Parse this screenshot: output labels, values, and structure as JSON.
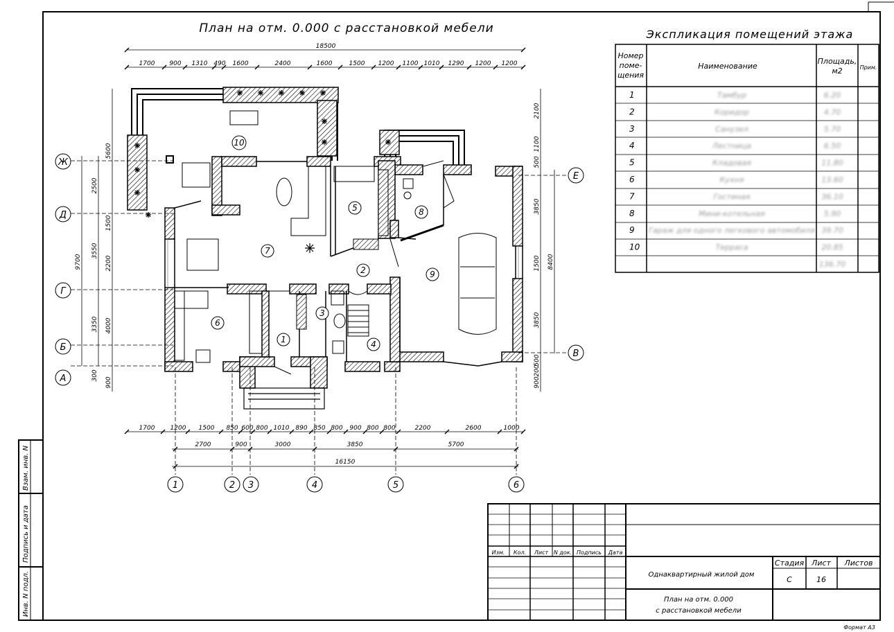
{
  "title": "План на отм. 0.000 с расстановкой мебели",
  "explication": {
    "title": "Экспликация помещений этажа",
    "headers": {
      "num": "Номер поме- щения",
      "num_lines": [
        "Номер",
        "поме-",
        "щения"
      ],
      "name": "Наименование",
      "area_lines": [
        "Площадь,",
        "м2"
      ],
      "note": "Прим."
    },
    "rows": [
      {
        "num": "1",
        "name": "Тамбур",
        "area": "6.20"
      },
      {
        "num": "2",
        "name": "Коридор",
        "area": "4.70"
      },
      {
        "num": "3",
        "name": "Санузел",
        "area": "5.70"
      },
      {
        "num": "4",
        "name": "Лестница",
        "area": "6.50"
      },
      {
        "num": "5",
        "name": "Кладовая",
        "area": "11.80"
      },
      {
        "num": "6",
        "name": "Кухня",
        "area": "13.60"
      },
      {
        "num": "7",
        "name": "Гостиная",
        "area": "36.10"
      },
      {
        "num": "8",
        "name": "Мини-котельная",
        "area": "5.90"
      },
      {
        "num": "9",
        "name": "Гараж для одного легкового автомобиля",
        "area": "39.70"
      },
      {
        "num": "10",
        "name": "Терраса",
        "area": "20.85"
      },
      {
        "num": "",
        "name": "",
        "area": "136.70"
      }
    ]
  },
  "dims": {
    "overall_top": "18500",
    "top": [
      "1700",
      "900",
      "1310",
      "490",
      "1600",
      "2400",
      "1600",
      "1500",
      "1200",
      "1100",
      "1010",
      "1290",
      "1200",
      "1200"
    ],
    "bottom1": [
      "1700",
      "1200",
      "1500",
      "850",
      "600",
      "800",
      "1010",
      "890",
      "850",
      "800",
      "900",
      "800",
      "800",
      "2200",
      "2600",
      "1000"
    ],
    "bottom2": [
      "2700",
      "900",
      "3000",
      "3850",
      "5700"
    ],
    "bottom_total": "16150",
    "left_outer": [
      "5600",
      "9700"
    ],
    "left_mid": [
      "2500",
      "3550",
      "3350"
    ],
    "left_inner": [
      "1500",
      "2200",
      "4000"
    ],
    "left_bottom": [
      "300",
      "900"
    ],
    "right": [
      "2100",
      "1100",
      "500",
      "3850",
      "1500",
      "3850",
      "500",
      "200",
      "900"
    ],
    "right_total": "8400"
  },
  "axes": {
    "numbers": [
      "1",
      "2",
      "3",
      "4",
      "5",
      "6"
    ],
    "letters_left": [
      "Ж",
      "Д",
      "Г",
      "Б",
      "А"
    ],
    "letters_right": [
      "Е",
      "В"
    ]
  },
  "rooms": [
    "1",
    "2",
    "3",
    "4",
    "5",
    "6",
    "7",
    "8",
    "9",
    "10"
  ],
  "stamp": {
    "cols": [
      "Изм.",
      "Кол.",
      "Лист",
      "N док.",
      "Подпись",
      "Дата"
    ],
    "project": "Однаквартирный жилой дом",
    "sheet_title_lines": [
      "План на отм. 0.000",
      "с расстановкой мебели"
    ],
    "stage_label": "Стадия",
    "sheet_label": "Лист",
    "sheets_label": "Листов",
    "stage": "С",
    "sheet": "16",
    "format": "Формат А3"
  },
  "side_labels": [
    "Взам. инв. N",
    "Подпись и дата",
    "Инв. N подл."
  ]
}
